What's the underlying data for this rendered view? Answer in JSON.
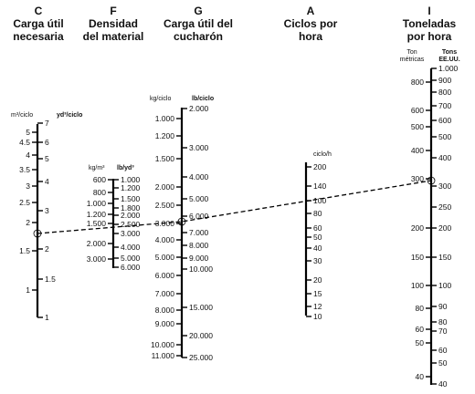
{
  "headers": {
    "C": {
      "letter": "C",
      "line1": "Carga útil",
      "line2": "necesaria"
    },
    "F": {
      "letter": "F",
      "line1": "Densidad",
      "line2": "del material"
    },
    "G": {
      "letter": "G",
      "line1": "Carga útil del",
      "line2": "cucharón"
    },
    "A": {
      "letter": "A",
      "line1": "Ciclos por",
      "line2": "hora"
    },
    "I": {
      "letter": "I",
      "line1": "Toneladas",
      "line2": "por hora"
    }
  },
  "units": {
    "C_left": "m³/ciclo",
    "C_right": "yd³/ciclo",
    "F_left": "kg/m³",
    "F_right": "lb/yd³",
    "G_left": "kg/ciclo",
    "G_right": "lb/ciclo",
    "A": "ciclo/h",
    "I_left_line1": "Ton",
    "I_left_line2": "métricas",
    "I_right_line1": "Tons",
    "I_right_line2": "EE.UU."
  },
  "chart_data": {
    "type": "nomogram",
    "scales": [
      {
        "id": "C",
        "left": [
          "5",
          "4.5",
          "4",
          "3.5",
          "3",
          "2.5",
          "2",
          "1.5",
          "1"
        ],
        "right": [
          "7",
          "6",
          "5",
          "4",
          "3",
          "2",
          "1.5",
          "1"
        ]
      },
      {
        "id": "F",
        "left": [
          "600",
          "800",
          "1.000",
          "1.200",
          "1.500",
          "2.000",
          "3.000"
        ],
        "right": [
          "1.000",
          "1.200",
          "1.500",
          "1.800",
          "2.000",
          "2.500",
          "3.000",
          "4.000",
          "5.000",
          "6.000"
        ]
      },
      {
        "id": "G",
        "left": [
          "1.000",
          "1.200",
          "1.500",
          "2.000",
          "2.500",
          "3.000",
          "4.000",
          "5.000",
          "6.000",
          "7.000",
          "8.000",
          "9.000",
          "10.000",
          "11.000"
        ],
        "right": [
          "2.000",
          "3.000",
          "4.000",
          "5.000",
          "6.000",
          "7.000",
          "8.000",
          "9.000",
          "10.000",
          "15.000",
          "20.000",
          "25.000"
        ]
      },
      {
        "id": "A",
        "right": [
          "200",
          "140",
          "100",
          "80",
          "60",
          "50",
          "40",
          "30",
          "20",
          "15",
          "12",
          "10"
        ]
      },
      {
        "id": "I",
        "left": [
          "800",
          "600",
          "500",
          "400",
          "300",
          "200",
          "150",
          "100",
          "80",
          "60",
          "50",
          "40"
        ],
        "right": [
          "1.000",
          "900",
          "800",
          "700",
          "600",
          "500",
          "400",
          "300",
          "250",
          "200",
          "150",
          "100",
          "90",
          "80",
          "70",
          "60",
          "50",
          "40"
        ]
      }
    ],
    "isopleth": {
      "C": "1.8 m³",
      "G": "3.000 kg",
      "A": "100 ciclo/h",
      "I": "300 t"
    }
  }
}
